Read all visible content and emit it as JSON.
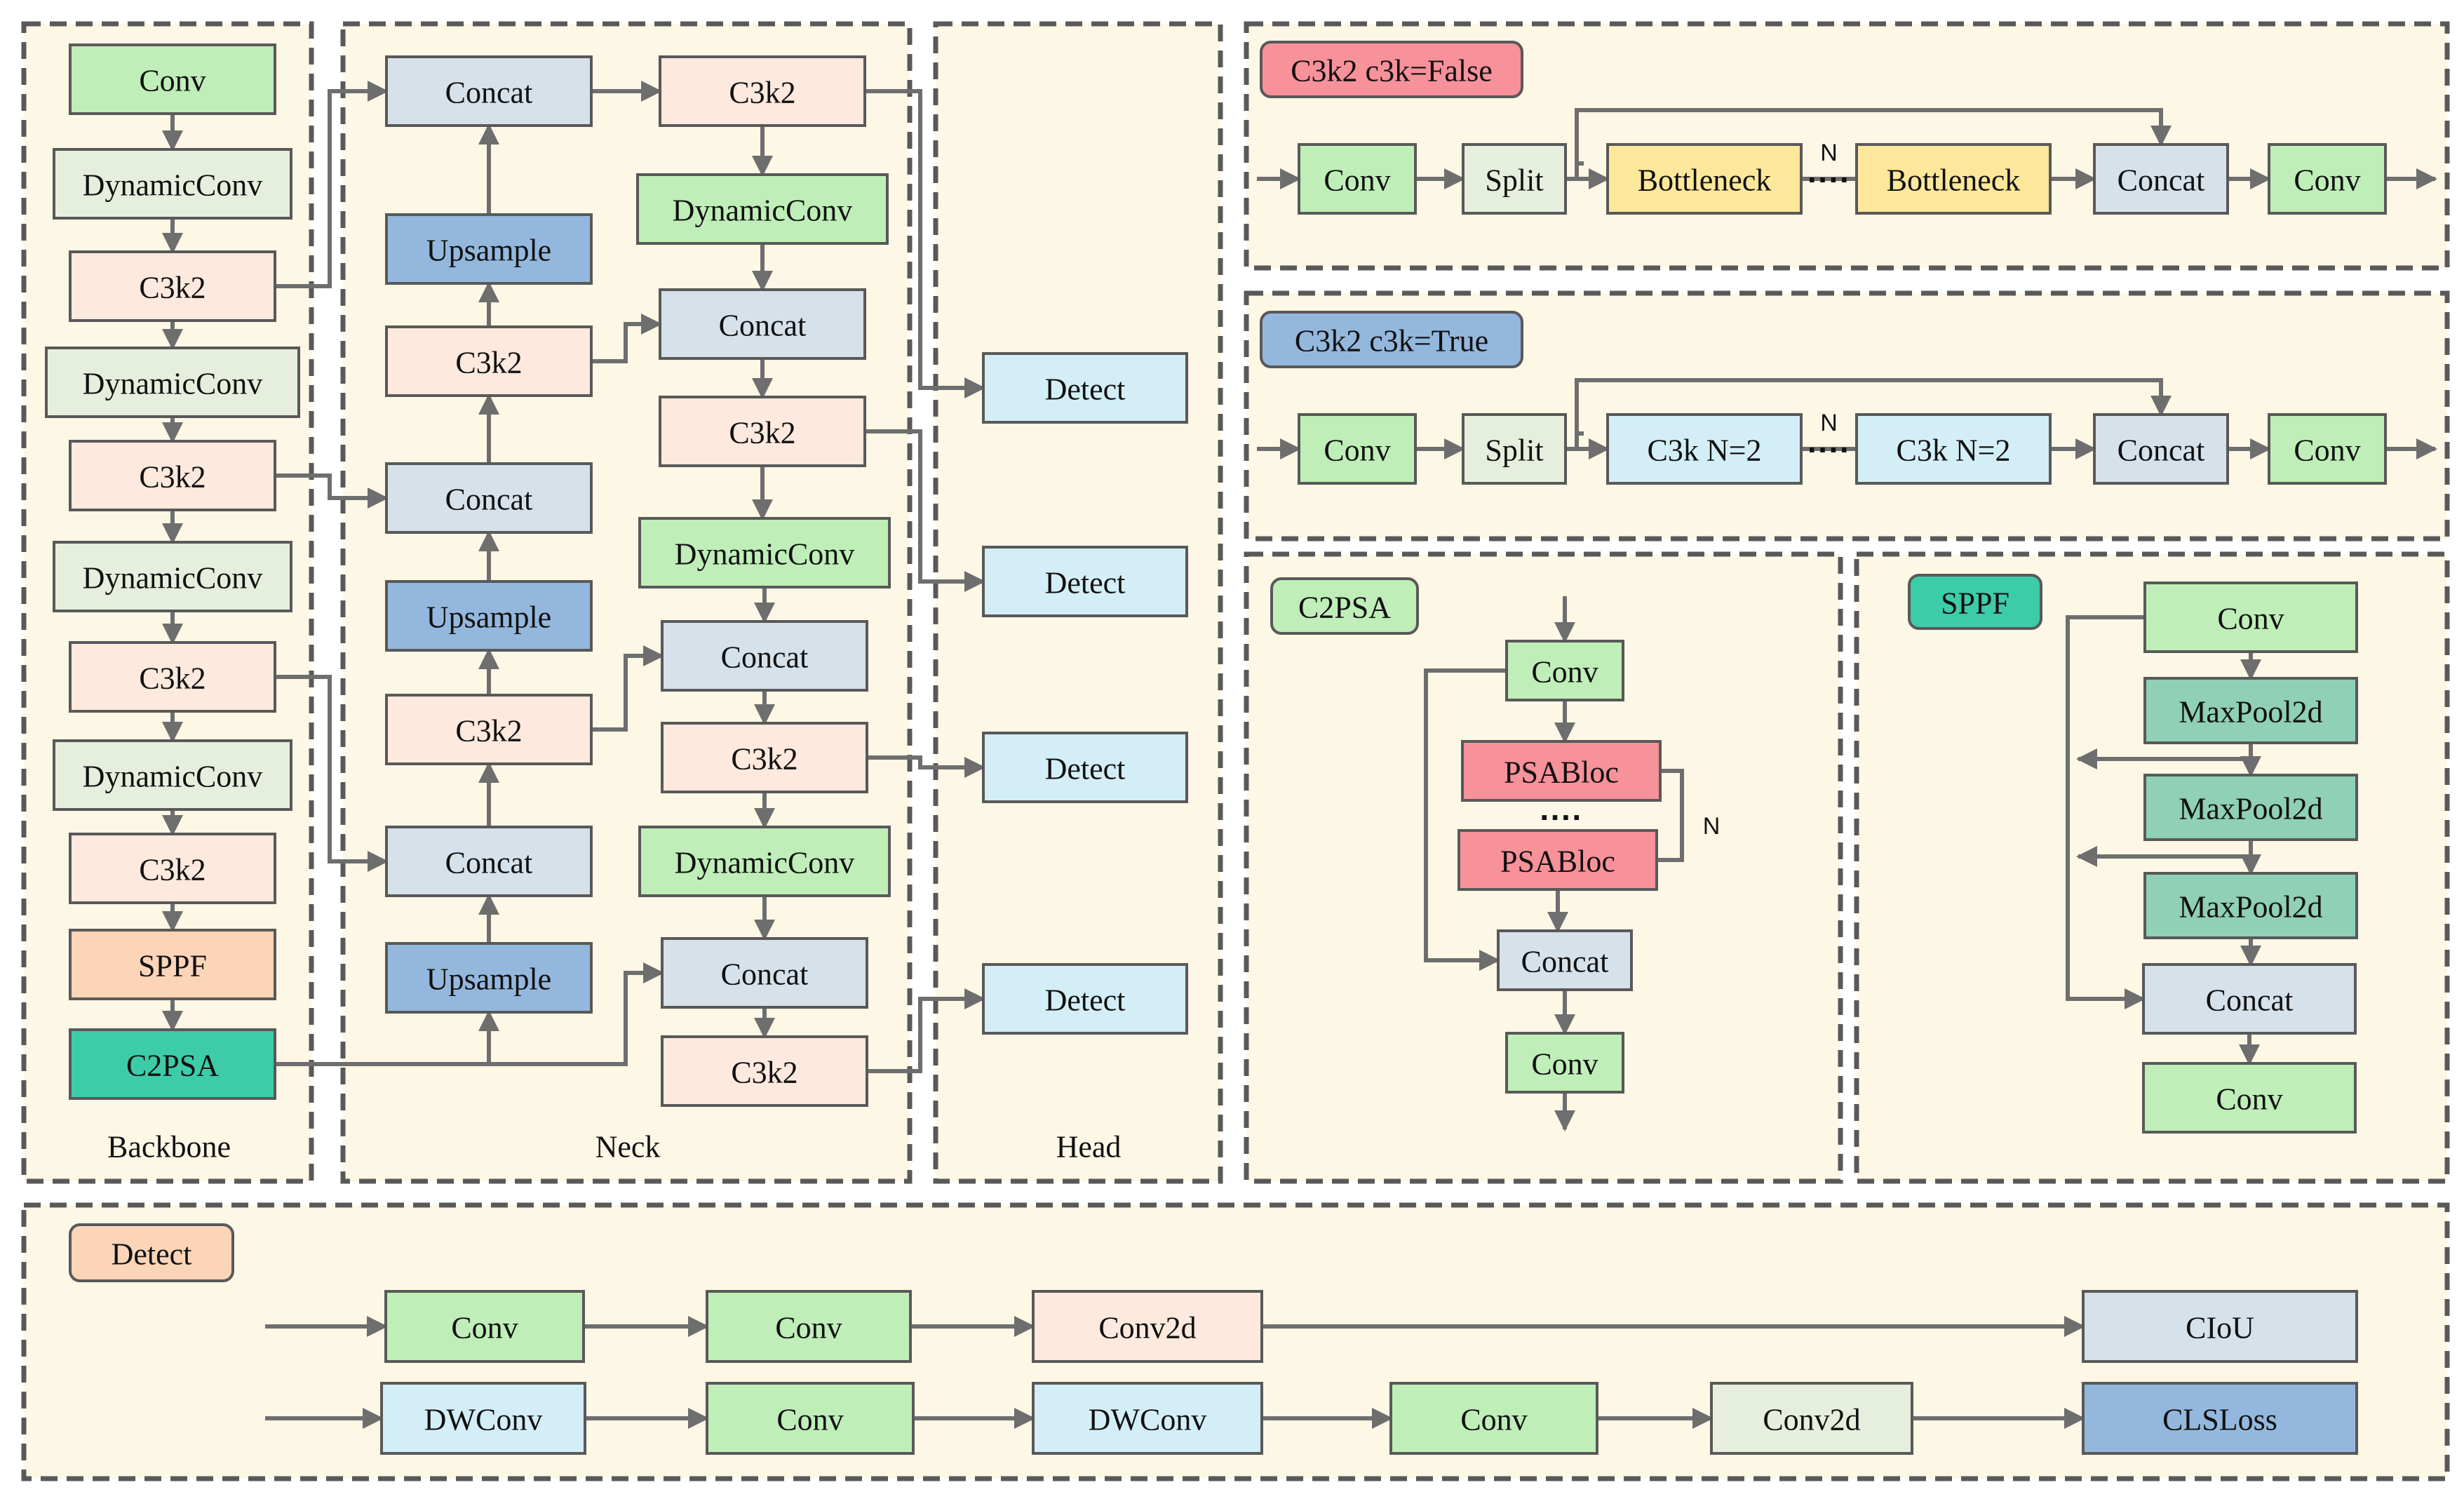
{
  "colors": {
    "green": "#bfeeb8",
    "pale_green": "#e6efdd",
    "peach": "#fde9de",
    "orange": "#fcd5b9",
    "teal": "#3dcca8",
    "sea_green": "#8fd0b7",
    "blue": "#94b8dd",
    "grey_blue": "#d6e1ea",
    "light_blue": "#d3eef6",
    "yellow": "#fde79a",
    "red": "#f7919a",
    "panel_bg": "#fdf7e6"
  },
  "sections": {
    "backbone": "Backbone",
    "neck": "Neck",
    "head": "Head"
  },
  "backbone": [
    {
      "id": "bb1",
      "text": "Conv",
      "color": "green"
    },
    {
      "id": "bb2",
      "text": "DynamicConv",
      "color": "pale_green"
    },
    {
      "id": "bb3",
      "text": "C3k2",
      "color": "peach"
    },
    {
      "id": "bb4",
      "text": "DynamicConv",
      "color": "pale_green"
    },
    {
      "id": "bb5",
      "text": "C3k2",
      "color": "peach"
    },
    {
      "id": "bb6",
      "text": "DynamicConv",
      "color": "pale_green"
    },
    {
      "id": "bb7",
      "text": "C3k2",
      "color": "peach"
    },
    {
      "id": "bb8",
      "text": "DynamicConv",
      "color": "pale_green"
    },
    {
      "id": "bb9",
      "text": "C3k2",
      "color": "peach"
    },
    {
      "id": "bb10",
      "text": "SPPF",
      "color": "orange"
    },
    {
      "id": "bb11",
      "text": "C2PSA",
      "color": "teal"
    }
  ],
  "neck": [
    {
      "id": "nl1",
      "text": "Concat",
      "color": "grey_blue"
    },
    {
      "id": "nl2",
      "text": "Upsample",
      "color": "blue"
    },
    {
      "id": "nl3",
      "text": "C3k2",
      "color": "peach"
    },
    {
      "id": "nl4",
      "text": "Concat",
      "color": "grey_blue"
    },
    {
      "id": "nl5",
      "text": "Upsample",
      "color": "blue"
    },
    {
      "id": "nl6",
      "text": "C3k2",
      "color": "peach"
    },
    {
      "id": "nl7",
      "text": "Concat",
      "color": "grey_blue"
    },
    {
      "id": "nl8",
      "text": "Upsample",
      "color": "blue"
    },
    {
      "id": "nr1",
      "text": "C3k2",
      "color": "peach"
    },
    {
      "id": "nr2",
      "text": "DynamicConv",
      "color": "green"
    },
    {
      "id": "nr3",
      "text": "Concat",
      "color": "grey_blue"
    },
    {
      "id": "nr4",
      "text": "C3k2",
      "color": "peach"
    },
    {
      "id": "nr5",
      "text": "DynamicConv",
      "color": "green"
    },
    {
      "id": "nr6",
      "text": "Concat",
      "color": "grey_blue"
    },
    {
      "id": "nr7",
      "text": "C3k2",
      "color": "peach"
    },
    {
      "id": "nr8",
      "text": "DynamicConv",
      "color": "green"
    },
    {
      "id": "nr9",
      "text": "Concat",
      "color": "grey_blue"
    },
    {
      "id": "nr10",
      "text": "C3k2",
      "color": "peach"
    }
  ],
  "head": [
    {
      "id": "hd1",
      "text": "Detect",
      "color": "light_blue"
    },
    {
      "id": "hd2",
      "text": "Detect",
      "color": "light_blue"
    },
    {
      "id": "hd3",
      "text": "Detect",
      "color": "light_blue"
    },
    {
      "id": "hd4",
      "text": "Detect",
      "color": "light_blue"
    }
  ],
  "c3k2_false": {
    "tag": "C3k2 c3k=False",
    "tag_color": "red",
    "n_label": "N",
    "dots": "····",
    "blocks": [
      {
        "id": "f1",
        "text": "Conv",
        "color": "green"
      },
      {
        "id": "f2",
        "text": "Split",
        "color": "pale_green"
      },
      {
        "id": "f3",
        "text": "Bottleneck",
        "color": "yellow"
      },
      {
        "id": "f4",
        "text": "Bottleneck",
        "color": "yellow"
      },
      {
        "id": "f5",
        "text": "Concat",
        "color": "grey_blue"
      },
      {
        "id": "f6",
        "text": "Conv",
        "color": "green"
      }
    ]
  },
  "c3k2_true": {
    "tag": "C3k2 c3k=True",
    "tag_color": "blue",
    "n_label": "N",
    "dots": "····",
    "blocks": [
      {
        "id": "t1",
        "text": "Conv",
        "color": "green"
      },
      {
        "id": "t2",
        "text": "Split",
        "color": "pale_green"
      },
      {
        "id": "t3",
        "text": "C3k N=2",
        "color": "light_blue"
      },
      {
        "id": "t4",
        "text": "C3k N=2",
        "color": "light_blue"
      },
      {
        "id": "t5",
        "text": "Concat",
        "color": "grey_blue"
      },
      {
        "id": "t6",
        "text": "Conv",
        "color": "green"
      }
    ]
  },
  "c2psa": {
    "tag": "C2PSA",
    "tag_color": "green",
    "n_label": "N",
    "dots": "····",
    "blocks": [
      {
        "id": "p1",
        "text": "Conv",
        "color": "green"
      },
      {
        "id": "p2",
        "text": "PSABloc",
        "color": "red"
      },
      {
        "id": "p3",
        "text": "PSABloc",
        "color": "red"
      },
      {
        "id": "p4",
        "text": "Concat",
        "color": "grey_blue"
      },
      {
        "id": "p5",
        "text": "Conv",
        "color": "green"
      }
    ]
  },
  "sppf": {
    "tag": "SPPF",
    "tag_color": "teal",
    "blocks": [
      {
        "id": "s1",
        "text": "Conv",
        "color": "green"
      },
      {
        "id": "s2",
        "text": "MaxPool2d",
        "color": "sea_green"
      },
      {
        "id": "s3",
        "text": "MaxPool2d",
        "color": "sea_green"
      },
      {
        "id": "s4",
        "text": "MaxPool2d",
        "color": "sea_green"
      },
      {
        "id": "s5",
        "text": "Concat",
        "color": "grey_blue"
      },
      {
        "id": "s6",
        "text": "Conv",
        "color": "green"
      }
    ]
  },
  "detect_detail": {
    "tag": "Detect",
    "tag_color": "orange",
    "row1": [
      {
        "id": "d1",
        "text": "Conv",
        "color": "green"
      },
      {
        "id": "d2",
        "text": "Conv",
        "color": "green"
      },
      {
        "id": "d3",
        "text": "Conv2d",
        "color": "peach"
      },
      {
        "id": "d4",
        "text": "CIoU",
        "color": "grey_blue"
      }
    ],
    "row2": [
      {
        "id": "e1",
        "text": "DWConv",
        "color": "light_blue"
      },
      {
        "id": "e2",
        "text": "Conv",
        "color": "green"
      },
      {
        "id": "e3",
        "text": "DWConv",
        "color": "light_blue"
      },
      {
        "id": "e4",
        "text": "Conv",
        "color": "green"
      },
      {
        "id": "e5",
        "text": "Conv2d",
        "color": "pale_green"
      },
      {
        "id": "e6",
        "text": "CLSLoss",
        "color": "blue"
      }
    ]
  }
}
